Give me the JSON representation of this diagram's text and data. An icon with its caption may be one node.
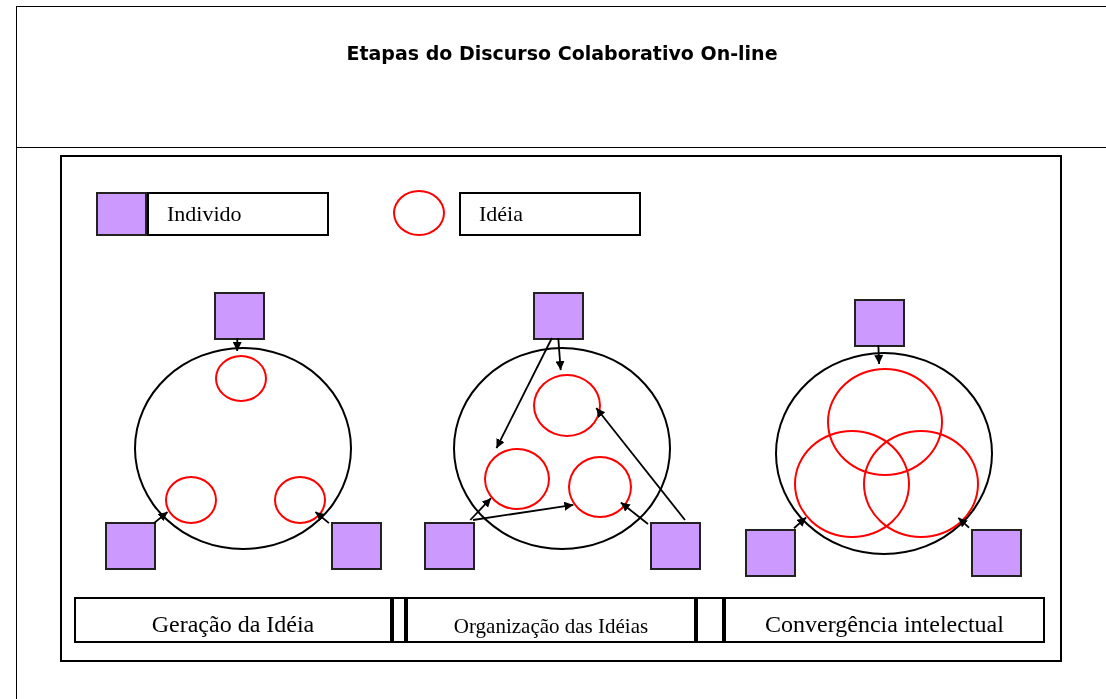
{
  "diagram": {
    "title": "Etapas do Discurso Colaborativo On-line",
    "nodes": [
      {
        "text": [],
        "shape": "box"
      },
      {
        "text": [],
        "shape": "box"
      },
      {
        "text": [],
        "shape": "circle",
        "in": 1
      },
      {
        "text": [],
        "shape": "circle",
        "in": 2
      },
      {
        "text": [],
        "shape": "circle",
        "in": 2
      },
      {
        "text": [],
        "shape": "circle",
        "in": 2
      },
      {
        "text": [],
        "shape": "box",
        "in": 1
      },
      {
        "text": [],
        "shape": "box",
        "in": 1
      },
      {
        "text": [],
        "shape": "box",
        "in": 1
      },
      {
        "text": [],
        "shape": "circle",
        "in": 1
      },
      {
        "text": [],
        "shape": "circle",
        "in": 9
      },
      {
        "text": [],
        "shape": "circle",
        "in": 9
      },
      {
        "text": [],
        "shape": "circle",
        "in": 9
      },
      {
        "text": [],
        "shape": "box",
        "in": 1
      },
      {
        "text": [],
        "shape": "box",
        "in": 1
      },
      {
        "text": [],
        "shape": "box",
        "in": 1
      },
      {
        "text": [],
        "shape": "circle",
        "in": 1
      },
      {
        "text": [],
        "shape": "circle",
        "in": 16
      },
      {
        "text": [],
        "shape": "circle",
        "in": 16
      },
      {
        "text": [],
        "shape": "circle",
        "in": 16
      },
      {
        "text": [],
        "shape": "box",
        "in": 1
      },
      {
        "text": [],
        "shape": "box",
        "in": 1
      },
      {
        "text": [],
        "shape": "box",
        "in": 1
      },
      {
        "text": [
          "Geração da Idéia"
        ],
        "in": 1
      },
      {
        "text": [],
        "shape": "box",
        "in": 1
      },
      {
        "text": [
          "Organização das Idéias"
        ],
        "in": 1
      },
      {
        "text": [],
        "shape": "box",
        "in": 1
      },
      {
        "text": [
          "Convergência intelectual"
        ],
        "in": 1
      }
    ],
    "edges": [
      {
        "from": 6,
        "to": 3,
        "arrow": "to"
      },
      {
        "from": 7,
        "to": 4,
        "arrow": "to"
      },
      {
        "from": 8,
        "to": 5,
        "arrow": "to"
      },
      {
        "from": 13,
        "to": 10,
        "arrow": "to"
      },
      {
        "from": 13,
        "to": 11,
        "arrow": "to"
      },
      {
        "from": 14,
        "to": 11,
        "arrow": "to"
      },
      {
        "from": 14,
        "to": 12,
        "arrow": "to"
      },
      {
        "from": 15,
        "to": 12,
        "arrow": "to"
      },
      {
        "from": 15,
        "to": 10,
        "arrow": "to"
      },
      {
        "from": 20,
        "to": 17,
        "arrow": "to"
      },
      {
        "from": 21,
        "to": 18,
        "arrow": "to"
      },
      {
        "from": 22,
        "to": 19,
        "arrow": "to"
      }
    ],
    "legend": [
      {
        "text": "Individo"
      },
      {
        "text": "Idéia"
      }
    ]
  }
}
